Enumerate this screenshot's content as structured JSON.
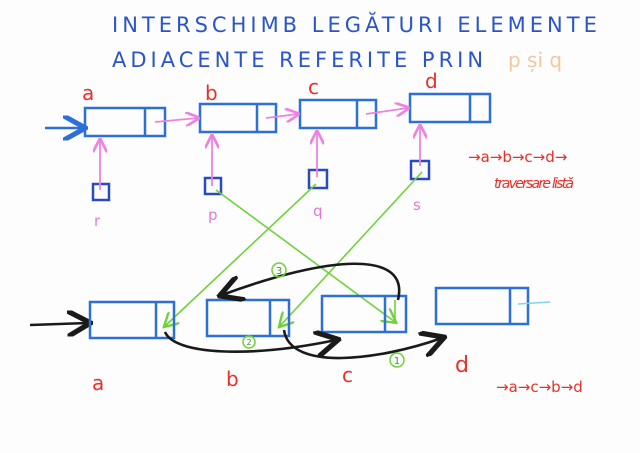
{
  "title": {
    "line1": "INTERSCHIMB LEGĂTURI ELEMENTE",
    "line2": "ADIACENTE REFERITE PRIN",
    "p_si_q": "p și q"
  },
  "top_row": {
    "node_labels": [
      "a",
      "b",
      "c",
      "d"
    ],
    "pointer_labels": [
      "r",
      "p",
      "q",
      "s"
    ]
  },
  "traversal_before": {
    "sequence": "→a→b→c→d→",
    "caption": "traversare listă"
  },
  "bottom_row": {
    "node_labels": [
      "a",
      "b",
      "c",
      "d"
    ],
    "step_numbers": [
      "3",
      "2",
      "1"
    ]
  },
  "traversal_after": {
    "sequence": "→a→c→b→d"
  },
  "colors": {
    "title": "#2a55c8",
    "labels": "#e8302a",
    "pointers": "#e07ad8",
    "nodes": "#2d6fd6",
    "new_links": "#6fd23a",
    "relink": "#1a1a1a"
  }
}
